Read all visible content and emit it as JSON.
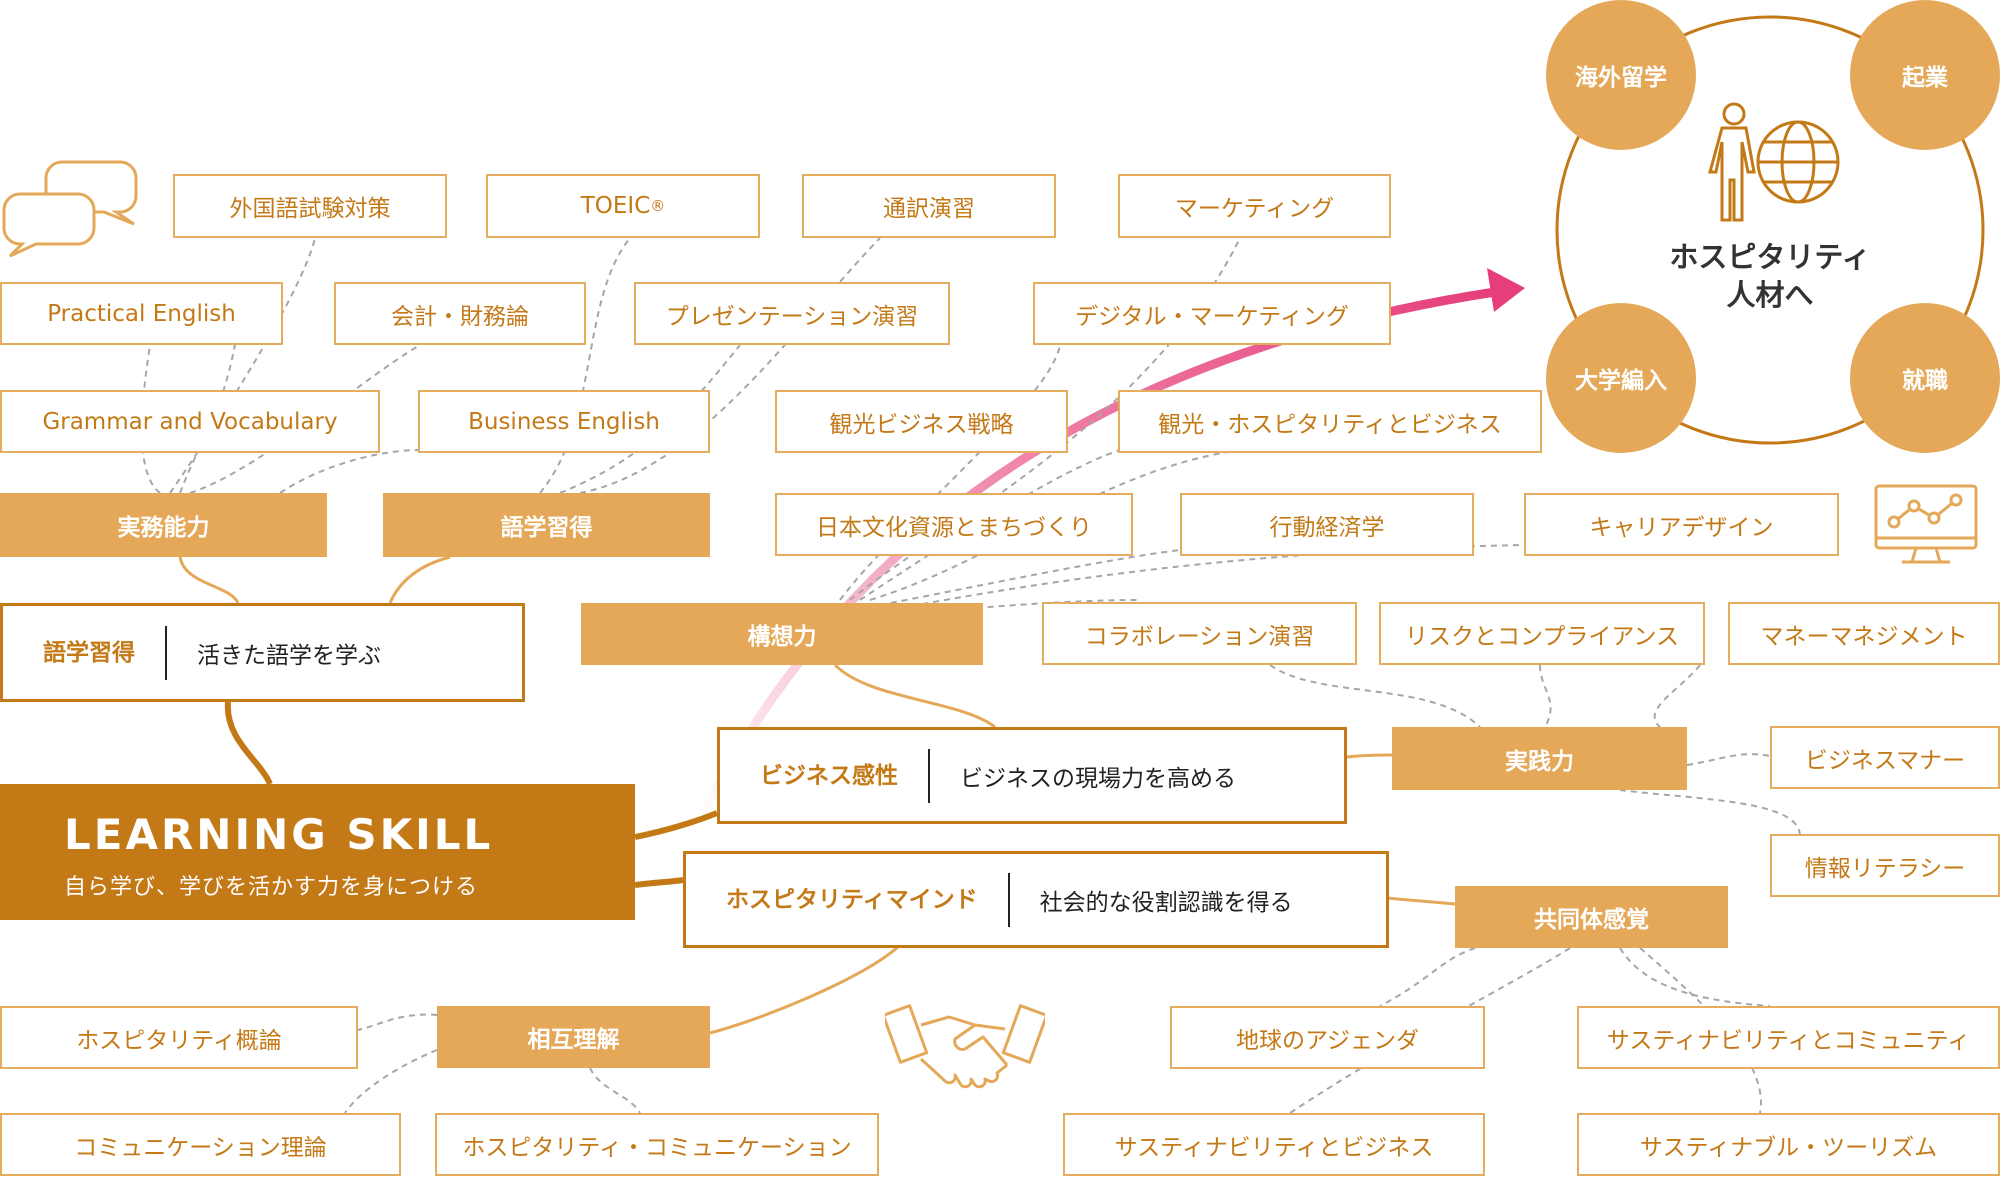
{
  "root": {
    "title": "LEARNING SKILL",
    "subtitle": "自ら学び、学びを活かす力を身につける"
  },
  "goal": {
    "title_line1": "ホスピタリティ",
    "title_line2": "人材へ",
    "outcomes": [
      "海外留学",
      "起業",
      "大学編入",
      "就職"
    ]
  },
  "main_skills": [
    {
      "label": "語学習得",
      "desc": "活きた語学を学ぶ"
    },
    {
      "label": "ビジネス感性",
      "desc": "ビジネスの現場力を高める"
    },
    {
      "label": "ホスピタリティマインド",
      "desc": "社会的な役割認識を得る"
    }
  ],
  "sub_skills": [
    "実務能力",
    "語学習得",
    "構想力",
    "実践力",
    "共同体感覚",
    "相互理解"
  ],
  "courses": [
    "外国語試験対策",
    "TOEIC",
    "通訳演習",
    "マーケティング",
    "Practical English",
    "会計・財務論",
    "プレゼンテーション演習",
    "デジタル・マーケティング",
    "Grammar and Vocabulary",
    "Business English",
    "観光ビジネス戦略",
    "観光・ホスピタリティとビジネス",
    "日本文化資源とまちづくり",
    "行動経済学",
    "キャリアデザイン",
    "コラボレーション演習",
    "リスクとコンプライアンス",
    "マネーマネジメント",
    "ビジネスマナー",
    "情報リテラシー",
    "ホスピタリティ概論",
    "コミュニケーション理論",
    "ホスピタリティ・コミュニケーション",
    "地球のアジェンダ",
    "サスティナビリティとコミュニティ",
    "サスティナビリティとビジネス",
    "サスティナブル・ツーリズム"
  ],
  "toeic_mark": "®",
  "colors": {
    "primary": "#c47917",
    "accent": "#e4a858",
    "arrow": "#e63e7a",
    "line": "#a6a6a6"
  },
  "icons": [
    "speech-bubbles-icon",
    "person-globe-icon",
    "monitor-chart-icon",
    "handshake-icon"
  ]
}
